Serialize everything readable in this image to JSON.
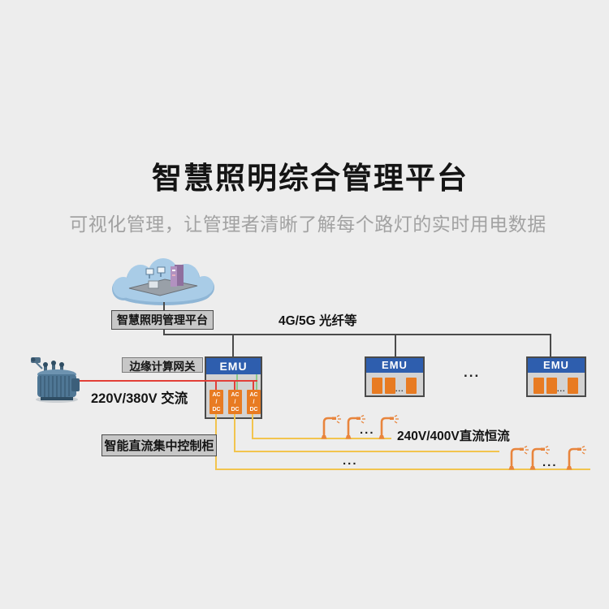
{
  "page": {
    "title": "智慧照明综合管理平台",
    "subtitle": "可视化管理，让管理者清晰了解每个路灯的实时用电数据",
    "ellipsis": "...",
    "background_color": "#ededed"
  },
  "platform": {
    "label": "智慧照明管理平台",
    "cloud_icon": "cloud-with-servers",
    "cloud_color": "#a9cce7"
  },
  "network": {
    "link_label": "4G/5G 光纤等",
    "bus_color": "#4a4a4a"
  },
  "gateway": {
    "label": "边缘计算网关",
    "emu_title": "EMU",
    "emu_header_color": "#2e5eae",
    "module_color": "#e87b22",
    "acdc": [
      "AC",
      "/",
      "DC"
    ],
    "signal_color": "#8cc88c"
  },
  "power": {
    "ac_label": "220V/380V 交流",
    "ac_line_color": "#e23f38",
    "dc_label": "240V/400V直流恒流",
    "dc_line_color": "#f2c44e",
    "cabinet_label": "智能直流集中控制柜",
    "transformer_icon": "transformer",
    "streetlight_icon": "street-lamp",
    "lamp_color": "#e8853d"
  }
}
